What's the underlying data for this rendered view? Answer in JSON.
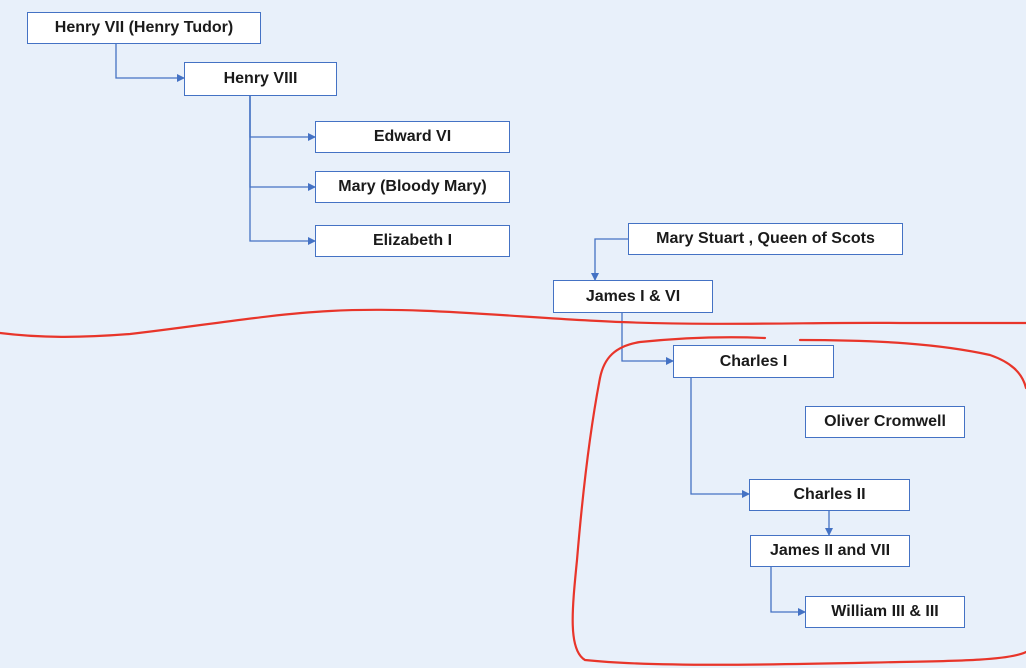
{
  "colors": {
    "background": "#e8f0fa",
    "box_fill": "#ffffff",
    "box_border": "#4472c4",
    "connector": "#4472c4",
    "annotation": "#e8352a"
  },
  "nodes": {
    "henry_vii": "Henry VII (Henry Tudor)",
    "henry_viii": "Henry VIII",
    "edward_vi": "Edward VI",
    "mary_i": "Mary (Bloody Mary)",
    "elizabeth_i": "Elizabeth I",
    "mary_stuart": "Mary Stuart , Queen of Scots",
    "james_i": "James I & VI",
    "charles_i": "Charles I",
    "oliver_cromwell": "Oliver Cromwell",
    "charles_ii": "Charles II",
    "james_ii": "James II and VII",
    "william_iii": "William III & III"
  },
  "connections": [
    [
      "henry_vii",
      "henry_viii"
    ],
    [
      "henry_viii",
      "edward_vi"
    ],
    [
      "henry_viii",
      "mary_i"
    ],
    [
      "henry_viii",
      "elizabeth_i"
    ],
    [
      "mary_stuart",
      "james_i"
    ],
    [
      "james_i",
      "charles_i"
    ],
    [
      "charles_i",
      "charles_ii"
    ],
    [
      "charles_ii",
      "james_ii"
    ],
    [
      "james_ii",
      "william_iii"
    ]
  ],
  "annotations": [
    "freehand-divider-line",
    "freehand-enclosure-loop"
  ]
}
